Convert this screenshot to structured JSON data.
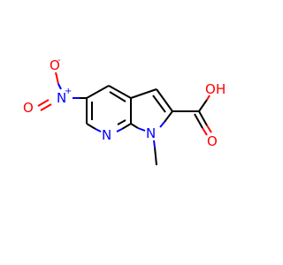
{
  "molecule": {
    "atoms": {
      "o_minus": "O",
      "o_minus_charge": "-",
      "n_nitro": "N",
      "n_nitro_charge": "+",
      "o_nitro": "O",
      "n_pyridine": "N",
      "n_methyl": "N",
      "oh_o": "O",
      "oh_h": "H",
      "o_carbonyl": "O"
    },
    "colors": {
      "oxygen": "#ff0000",
      "nitrogen": "#0000ff",
      "carbon": "#000000",
      "background": "#ffffff"
    }
  }
}
